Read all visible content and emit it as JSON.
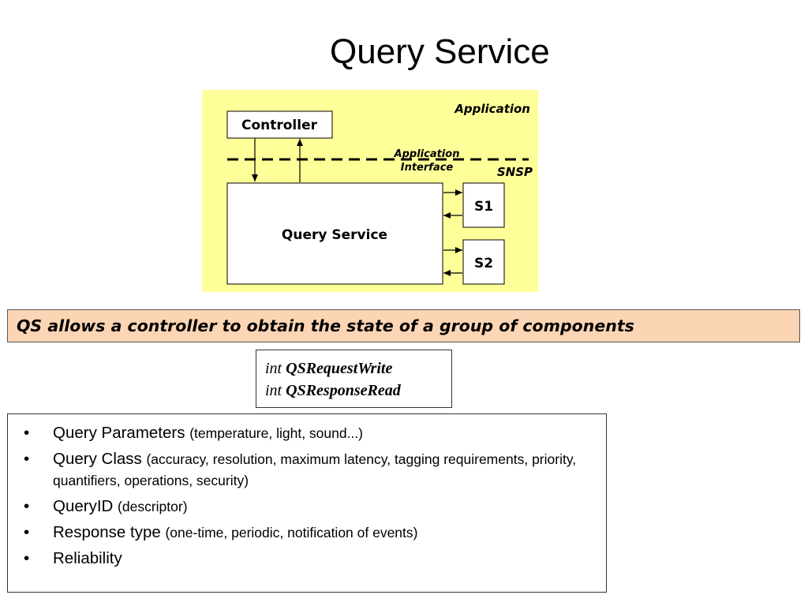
{
  "slide": {
    "title": "Query Service"
  },
  "diagram": {
    "application_label": "Application",
    "controller_label": "Controller",
    "interface_label_line1": "Application",
    "interface_label_line2": "Interface",
    "snsp_label": "SNSP",
    "query_service_label": "Query Service",
    "s1_label": "S1",
    "s2_label": "S2",
    "colors": {
      "background": "#ffff99",
      "box_fill": "#ffffff",
      "stroke": "#000000"
    }
  },
  "banner": {
    "text": "QS allows a controller to obtain the state of a group of components",
    "color": "#fcd5b4"
  },
  "api": {
    "lines": [
      {
        "type": "int",
        "name": "QSRequestWrite"
      },
      {
        "type": "int",
        "name": "QSResponseRead"
      }
    ]
  },
  "params": {
    "bullet": "•",
    "items": [
      {
        "main": "Query Parameters",
        "desc": "(temperature, light, sound...)"
      },
      {
        "main": "Query Class",
        "desc": "(accuracy, resolution, maximum latency, tagging requirements, priority, quantifiers, operations, security)"
      },
      {
        "main": "QueryID",
        "desc": "(descriptor)"
      },
      {
        "main": "Response type",
        "desc": "(one-time, periodic, notification of events)"
      },
      {
        "main": "Reliability",
        "desc": ""
      }
    ]
  }
}
